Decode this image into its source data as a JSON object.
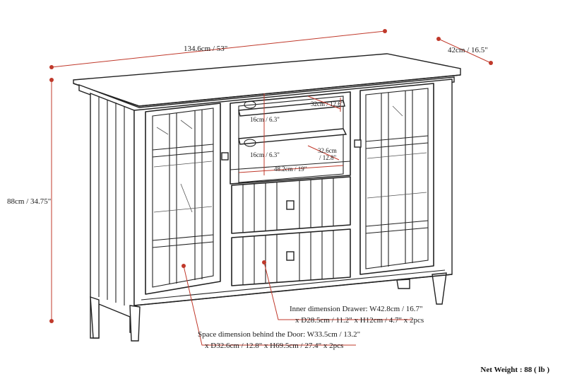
{
  "dimensions": {
    "width": "134.6cm / 53\"",
    "depth": "42cm / 16.5\"",
    "height": "88cm / 34.75\"",
    "shelf_depth": "32cm / 12.6\"",
    "shelf_gap_upper": "16cm / 6.3\"",
    "shelf_gap_lower": "16cm / 6.3\"",
    "inner_depth": "32.6cm",
    "inner_depth_in": "/ 12.8\"",
    "inner_width": "48.2cm / 19\""
  },
  "notes": {
    "drawer_line1": "Inner dimension Drawer: W42.8cm / 16.7\"",
    "drawer_line2": "x D28.5cm / 11.2\" x H12cm / 4.7\" x 2pcs",
    "door_line1": "Space dimension behind the Door: W33.5cm / 13.2\"",
    "door_line2": "x D32.6cm / 12.8\" x H69.5cm / 27.4\" x 2pcs"
  },
  "net_weight": "Net Weight : 88 ( lb )",
  "colors": {
    "dimension_line": "#c0392b",
    "outline": "#222222"
  }
}
